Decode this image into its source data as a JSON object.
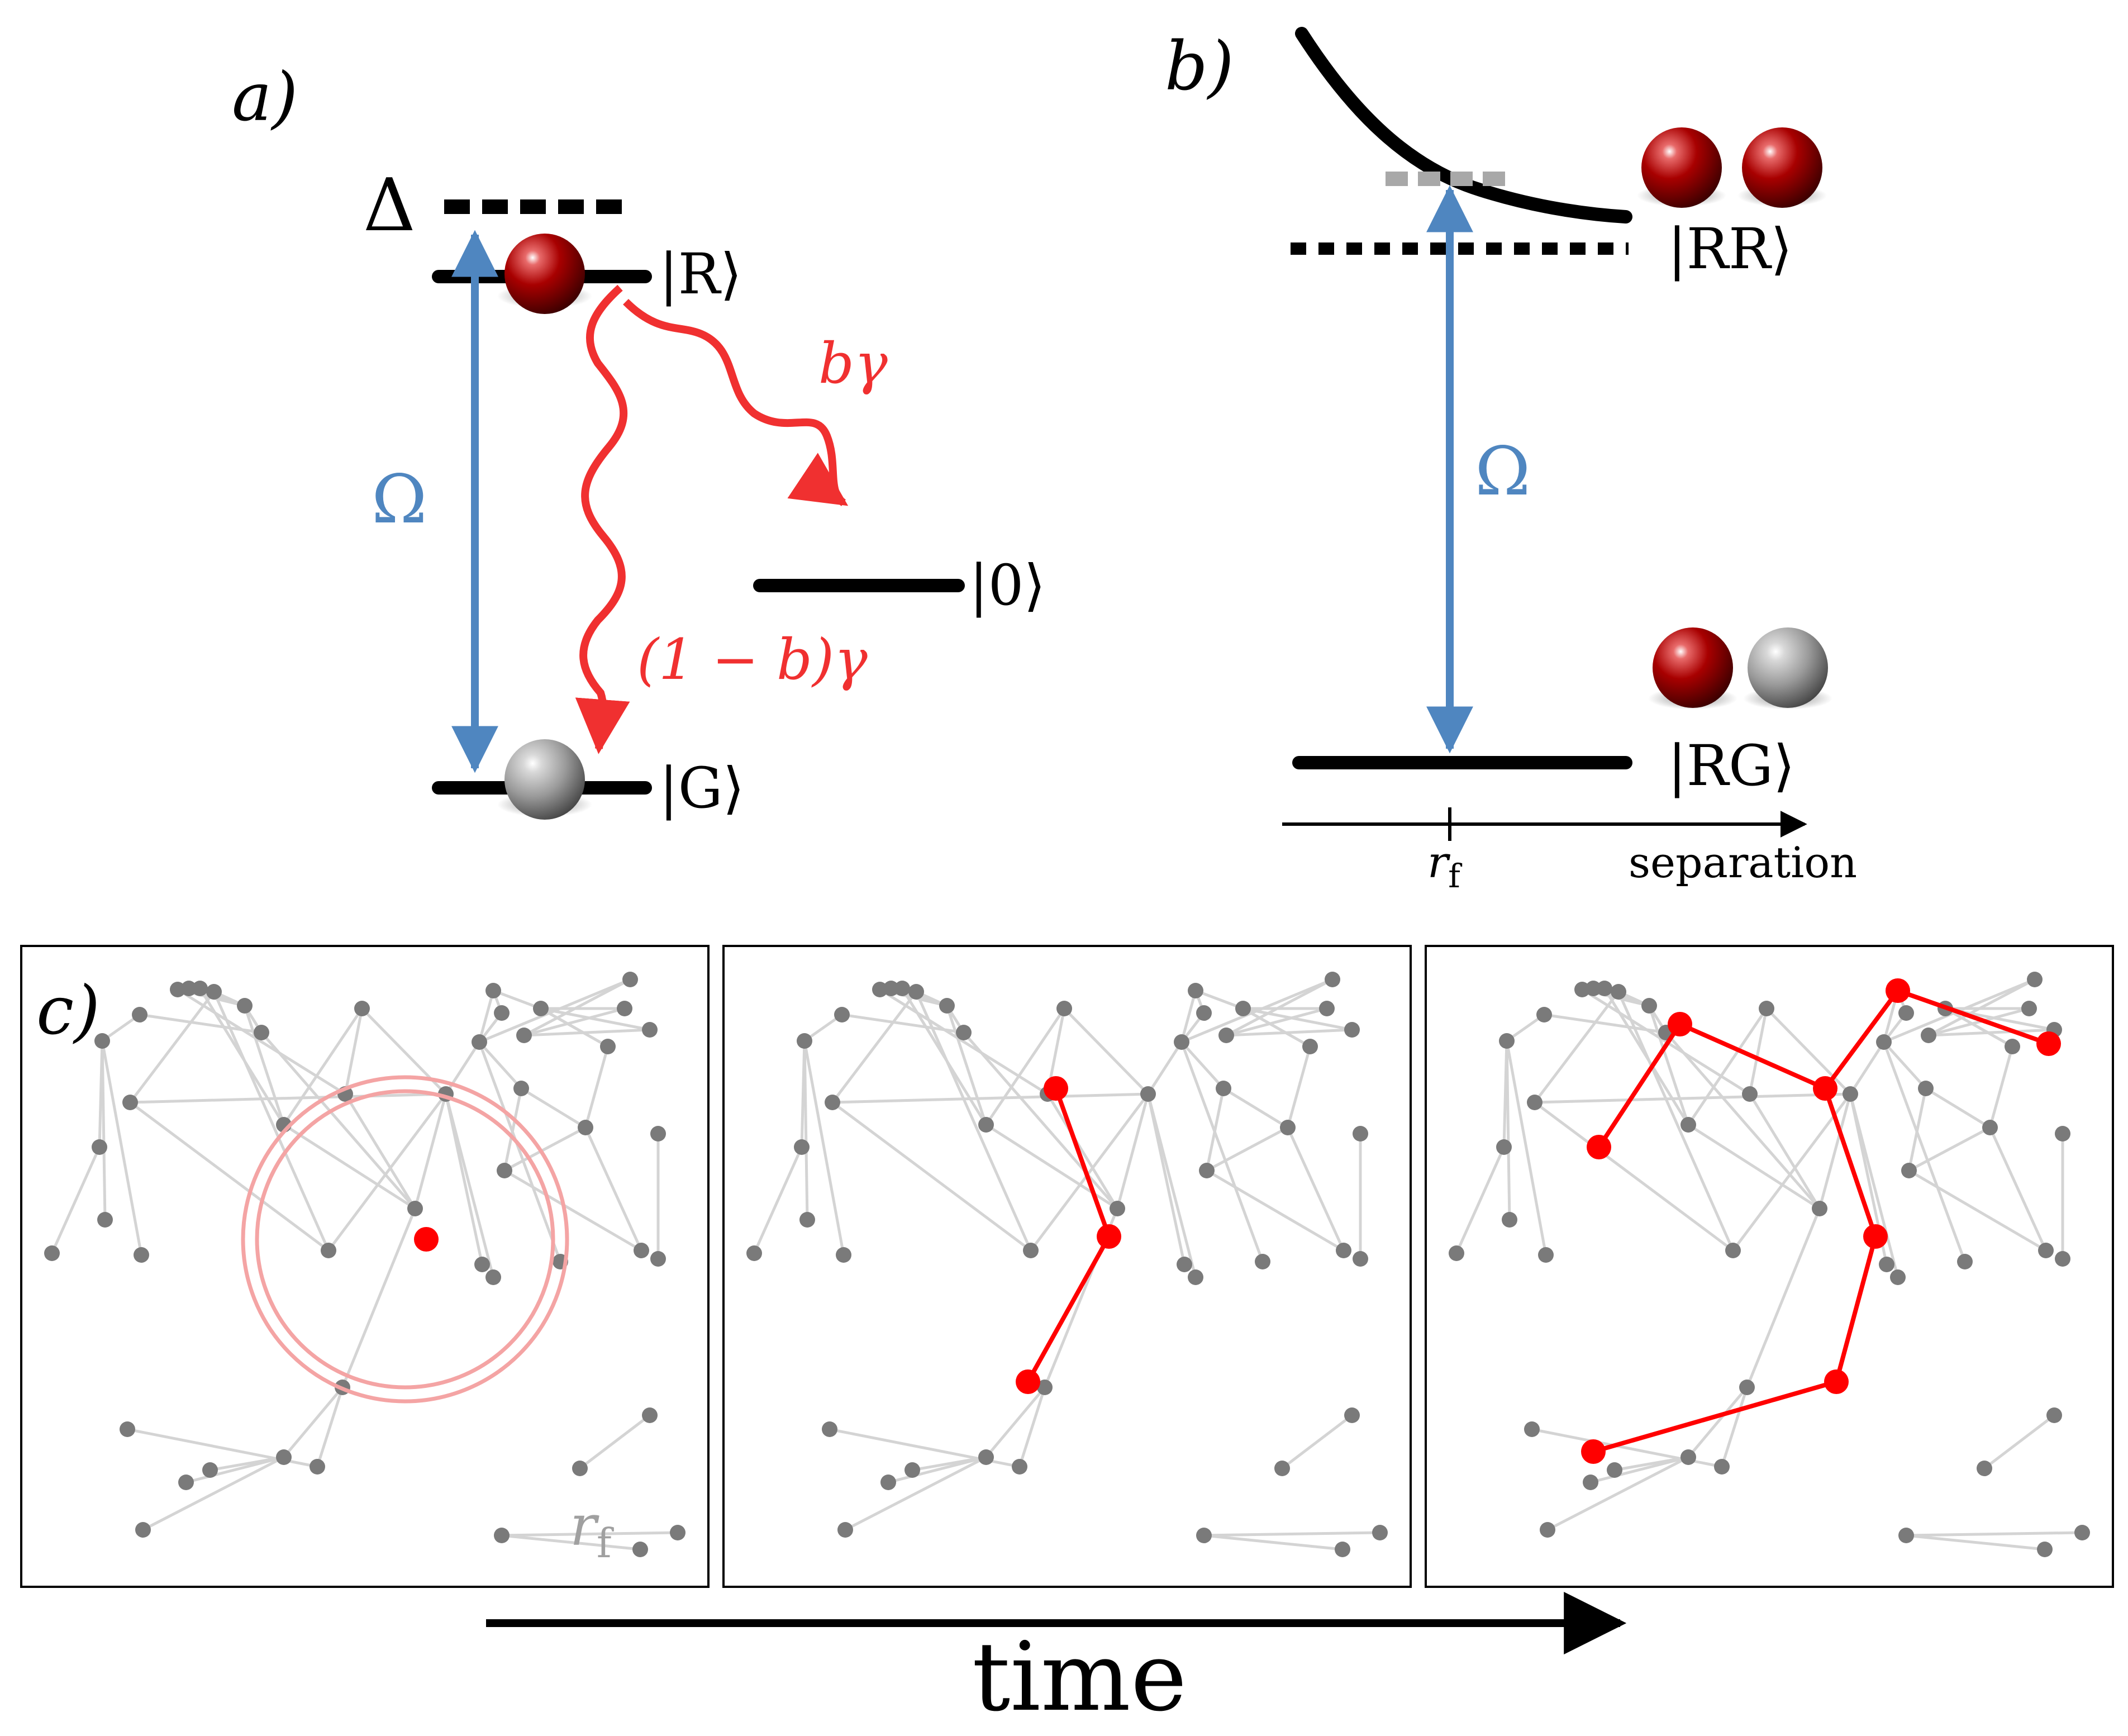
{
  "panel_a": {
    "label": "a)",
    "delta": "Δ",
    "omega": "Ω",
    "ket_R": "|R⟩",
    "ket_G": "|G⟩",
    "ket_0": "|0⟩",
    "decay_b": "bγ",
    "decay_1mb": "(1 − b)γ"
  },
  "panel_b": {
    "label": "b)",
    "omega": "Ω",
    "ket_RR": "|RR⟩",
    "ket_RG": "|RG⟩",
    "r_f": "r",
    "r_f_sub": "f",
    "xlabel": "separation"
  },
  "panel_c": {
    "label": "c)",
    "r_f": "r",
    "r_f_sub": "f",
    "time": "time"
  },
  "colors": {
    "black": "#000000",
    "blue": "#4f86c0",
    "red": "#f03030",
    "node_gray": "#7a7a7a",
    "edge_gray": "#d4d4d4",
    "ring_pink": "#f4a4a4",
    "bright_red": "#ff0000",
    "dashed_gray": "#a8a8a8"
  },
  "icons": [
    "rydberg-atom-red-sphere",
    "ground-atom-gray-sphere"
  ]
}
